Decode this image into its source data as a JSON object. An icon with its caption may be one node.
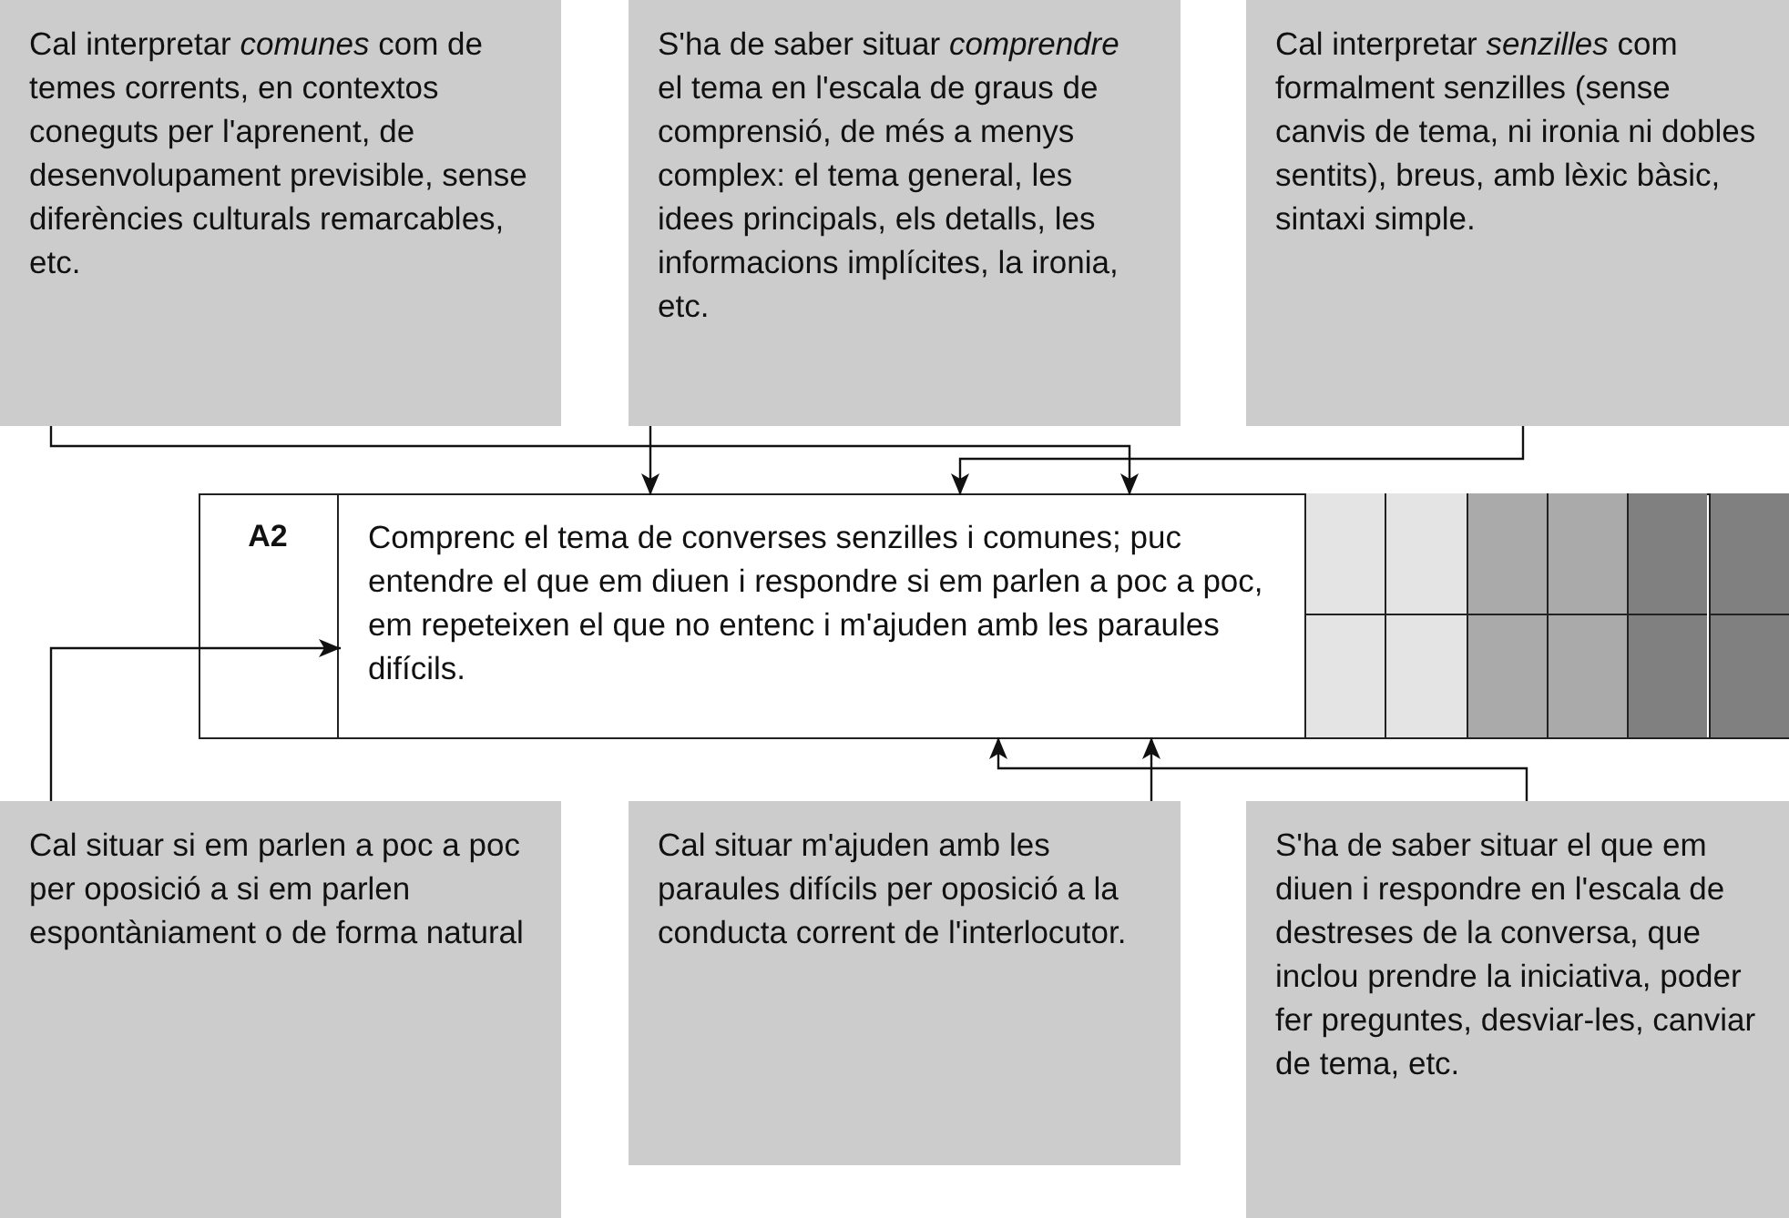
{
  "diagram": {
    "nodes": [
      {
        "text": [
          "Cal interpretar *comunes* com de temes corrents, en contextos coneguts per l'aprenent, de desenvolupament previsible, sense diferències culturals remarcables, etc."
        ]
      },
      {
        "text": [
          "S'ha de saber situar *comprendre* el tema en l'escala de graus de comprensió, de més a menys complex: el tema general, les idees principals, els detalls, les informacions implícites, la ironia, etc."
        ]
      },
      {
        "text": [
          "Cal interpretar *senzilles* com formalment senzilles (sense canvis de tema, ni ironia ni dobles sentits), breus, amb lèxic bàsic, sintaxi simple."
        ]
      },
      {
        "text": [
          "A2"
        ]
      },
      {
        "text": [
          "Comprenc el tema de converses senzilles i comunes; puc entendre el que em diuen i respondre si em parlen a poc a poc, em repeteixen el que no entenc i m'ajuden amb les paraules difícils."
        ]
      },
      {
        "text": [
          "Cal situar si em parlen a poc a poc per oposició a si em parlen espontàniament o de forma natural"
        ]
      },
      {
        "text": [
          "Cal situar m'ajuden amb les paraules difícils  per oposició a la conducta corrent de l'interlocutor."
        ]
      },
      {
        "text": [
          "S'ha de saber situar el que em diuen i respondre en l'escala de destreses de la conversa, que inclou prendre la iniciativa, poder fer preguntes, desviar-les, canviar de tema, etc."
        ]
      }
    ],
    "edges": [
      {
        "from": 0,
        "to": 4,
        "arrow": "to"
      },
      {
        "from": 1,
        "to": 4,
        "arrow": "to"
      },
      {
        "from": 2,
        "to": 4,
        "arrow": "to"
      },
      {
        "from": 5,
        "to": 4,
        "arrow": "to"
      },
      {
        "from": 6,
        "to": 4,
        "arrow": "to"
      },
      {
        "from": 7,
        "to": 4,
        "arrow": "to"
      }
    ]
  }
}
